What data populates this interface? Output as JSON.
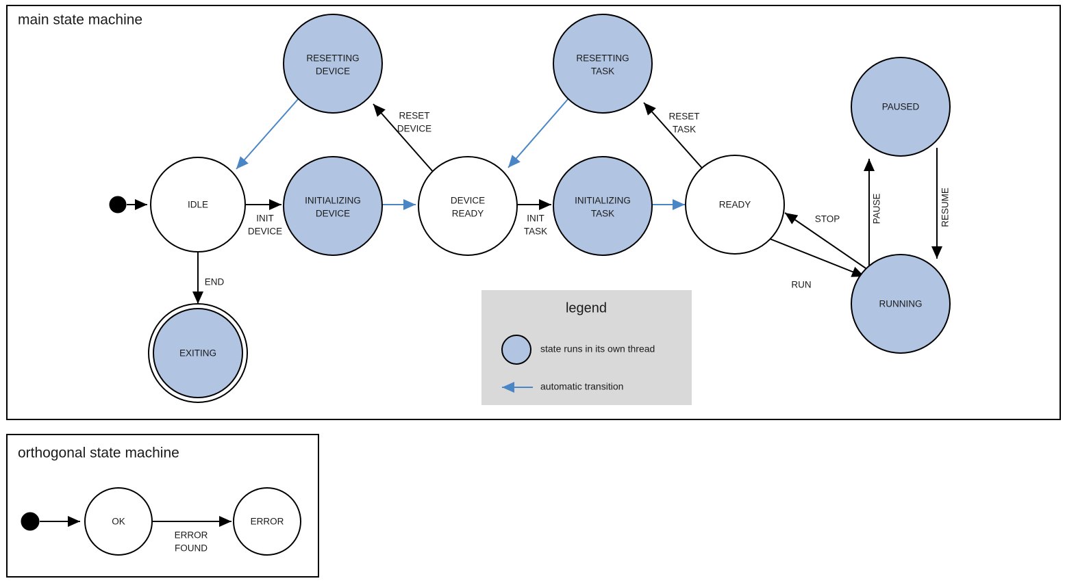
{
  "colors": {
    "thread_state_fill": "#b1c5e3",
    "plain_state_fill": "#ffffff",
    "stroke": "#000000",
    "auto_transition": "#4a86c5",
    "legend_background": "#d9d9d9",
    "text": "#1a1a1a",
    "page_background": "#ffffff"
  },
  "diagram": {
    "main_box": {
      "title": "main state machine"
    },
    "orthogonal_box": {
      "title": "orthogonal state machine"
    },
    "legend": {
      "title": "legend",
      "items": [
        {
          "glyph": "filled-blue-circle",
          "label": "state runs in its own thread"
        },
        {
          "glyph": "blue-left-arrow",
          "label": "automatic transition"
        }
      ]
    },
    "states": [
      {
        "id": "start-main",
        "label": "",
        "kind": "initial",
        "thread": false
      },
      {
        "id": "idle",
        "label": "IDLE",
        "kind": "normal",
        "thread": false
      },
      {
        "id": "exiting",
        "label": "EXITING",
        "kind": "final",
        "thread": true
      },
      {
        "id": "resetting-device",
        "label": "RESETTING\nDEVICE",
        "line1": "RESETTING",
        "line2": "DEVICE",
        "kind": "normal",
        "thread": true
      },
      {
        "id": "initializing-device",
        "label": "INITIALIZING\nDEVICE",
        "line1": "INITIALIZING",
        "line2": "DEVICE",
        "kind": "normal",
        "thread": true
      },
      {
        "id": "device-ready",
        "label": "DEVICE\nREADY",
        "line1": "DEVICE",
        "line2": "READY",
        "kind": "normal",
        "thread": false
      },
      {
        "id": "resetting-task",
        "label": "RESETTING\nTASK",
        "line1": "RESETTING",
        "line2": "TASK",
        "kind": "normal",
        "thread": true
      },
      {
        "id": "initializing-task",
        "label": "INITIALIZING\nTASK",
        "line1": "INITIALIZING",
        "line2": "TASK",
        "kind": "normal",
        "thread": true
      },
      {
        "id": "ready",
        "label": "READY",
        "kind": "normal",
        "thread": false
      },
      {
        "id": "paused",
        "label": "PAUSED",
        "kind": "normal",
        "thread": true
      },
      {
        "id": "running",
        "label": "RUNNING",
        "kind": "normal",
        "thread": true
      }
    ],
    "transitions": [
      {
        "from": "start-main",
        "to": "idle",
        "label": "",
        "auto": false
      },
      {
        "from": "idle",
        "to": "initializing-device",
        "label": "INIT\nDEVICE",
        "line1": "INIT",
        "line2": "DEVICE",
        "auto": false
      },
      {
        "from": "idle",
        "to": "exiting",
        "label": "END",
        "line1": "END",
        "line2": "",
        "auto": false
      },
      {
        "from": "resetting-device",
        "to": "idle",
        "label": "",
        "auto": true
      },
      {
        "from": "initializing-device",
        "to": "device-ready",
        "label": "",
        "auto": true
      },
      {
        "from": "device-ready",
        "to": "resetting-device",
        "label": "RESET\nDEVICE",
        "line1": "RESET",
        "line2": "DEVICE",
        "auto": false
      },
      {
        "from": "device-ready",
        "to": "initializing-task",
        "label": "INIT\nTASK",
        "line1": "INIT",
        "line2": "TASK",
        "auto": false
      },
      {
        "from": "resetting-task",
        "to": "device-ready",
        "label": "",
        "auto": true
      },
      {
        "from": "initializing-task",
        "to": "ready",
        "label": "",
        "auto": true
      },
      {
        "from": "ready",
        "to": "resetting-task",
        "label": "RESET\nTASK",
        "line1": "RESET",
        "line2": "TASK",
        "auto": false
      },
      {
        "from": "ready",
        "to": "running",
        "label": "RUN",
        "line1": "RUN",
        "line2": "",
        "auto": false
      },
      {
        "from": "running",
        "to": "ready",
        "label": "STOP",
        "line1": "STOP",
        "line2": "",
        "auto": false
      },
      {
        "from": "running",
        "to": "paused",
        "label": "PAUSE",
        "line1": "PAUSE",
        "line2": "",
        "auto": false,
        "rotated": true
      },
      {
        "from": "paused",
        "to": "running",
        "label": "RESUME",
        "line1": "RESUME",
        "line2": "",
        "auto": false,
        "rotated": true
      }
    ],
    "orthogonal_states": [
      {
        "id": "start-ortho",
        "label": "",
        "kind": "initial",
        "thread": false
      },
      {
        "id": "ok",
        "label": "OK",
        "kind": "normal",
        "thread": false
      },
      {
        "id": "error",
        "label": "ERROR",
        "kind": "normal",
        "thread": false
      }
    ],
    "orthogonal_transitions": [
      {
        "from": "start-ortho",
        "to": "ok",
        "label": "",
        "auto": false
      },
      {
        "from": "ok",
        "to": "error",
        "label": "ERROR\nFOUND",
        "line1": "ERROR",
        "line2": "FOUND",
        "auto": false
      }
    ]
  }
}
